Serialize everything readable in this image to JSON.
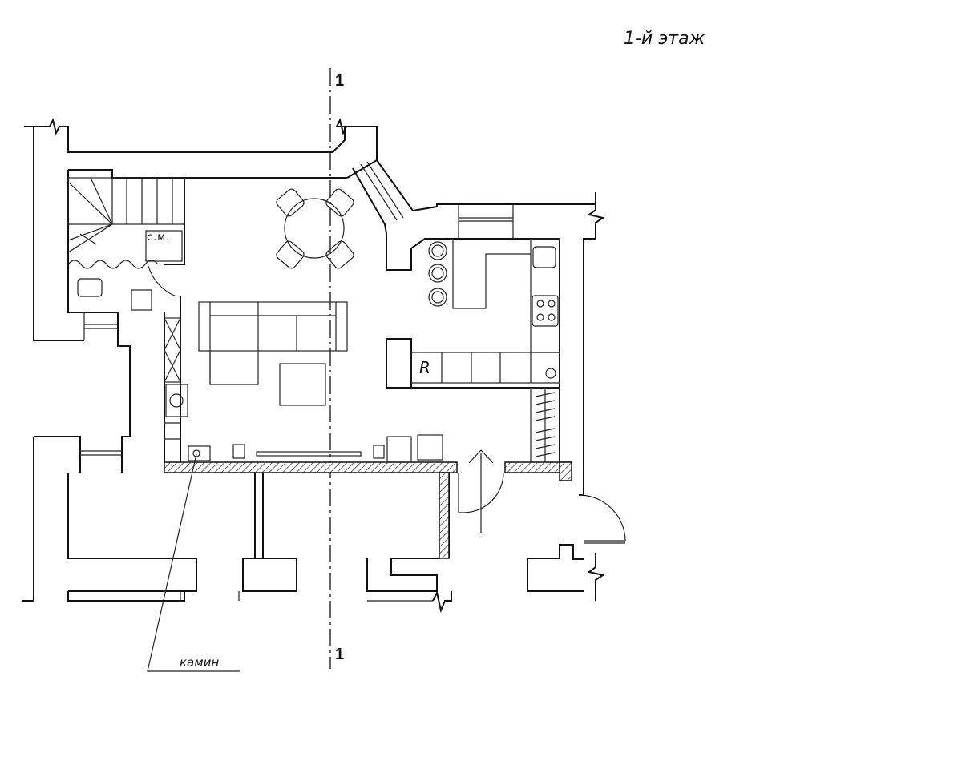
{
  "plan": {
    "title": "1-й этаж",
    "section_label_top": "1",
    "section_label_bottom": "1",
    "fireplace_label": "камин",
    "washing_machine_label": "с.м.",
    "fridge_label": "R"
  }
}
